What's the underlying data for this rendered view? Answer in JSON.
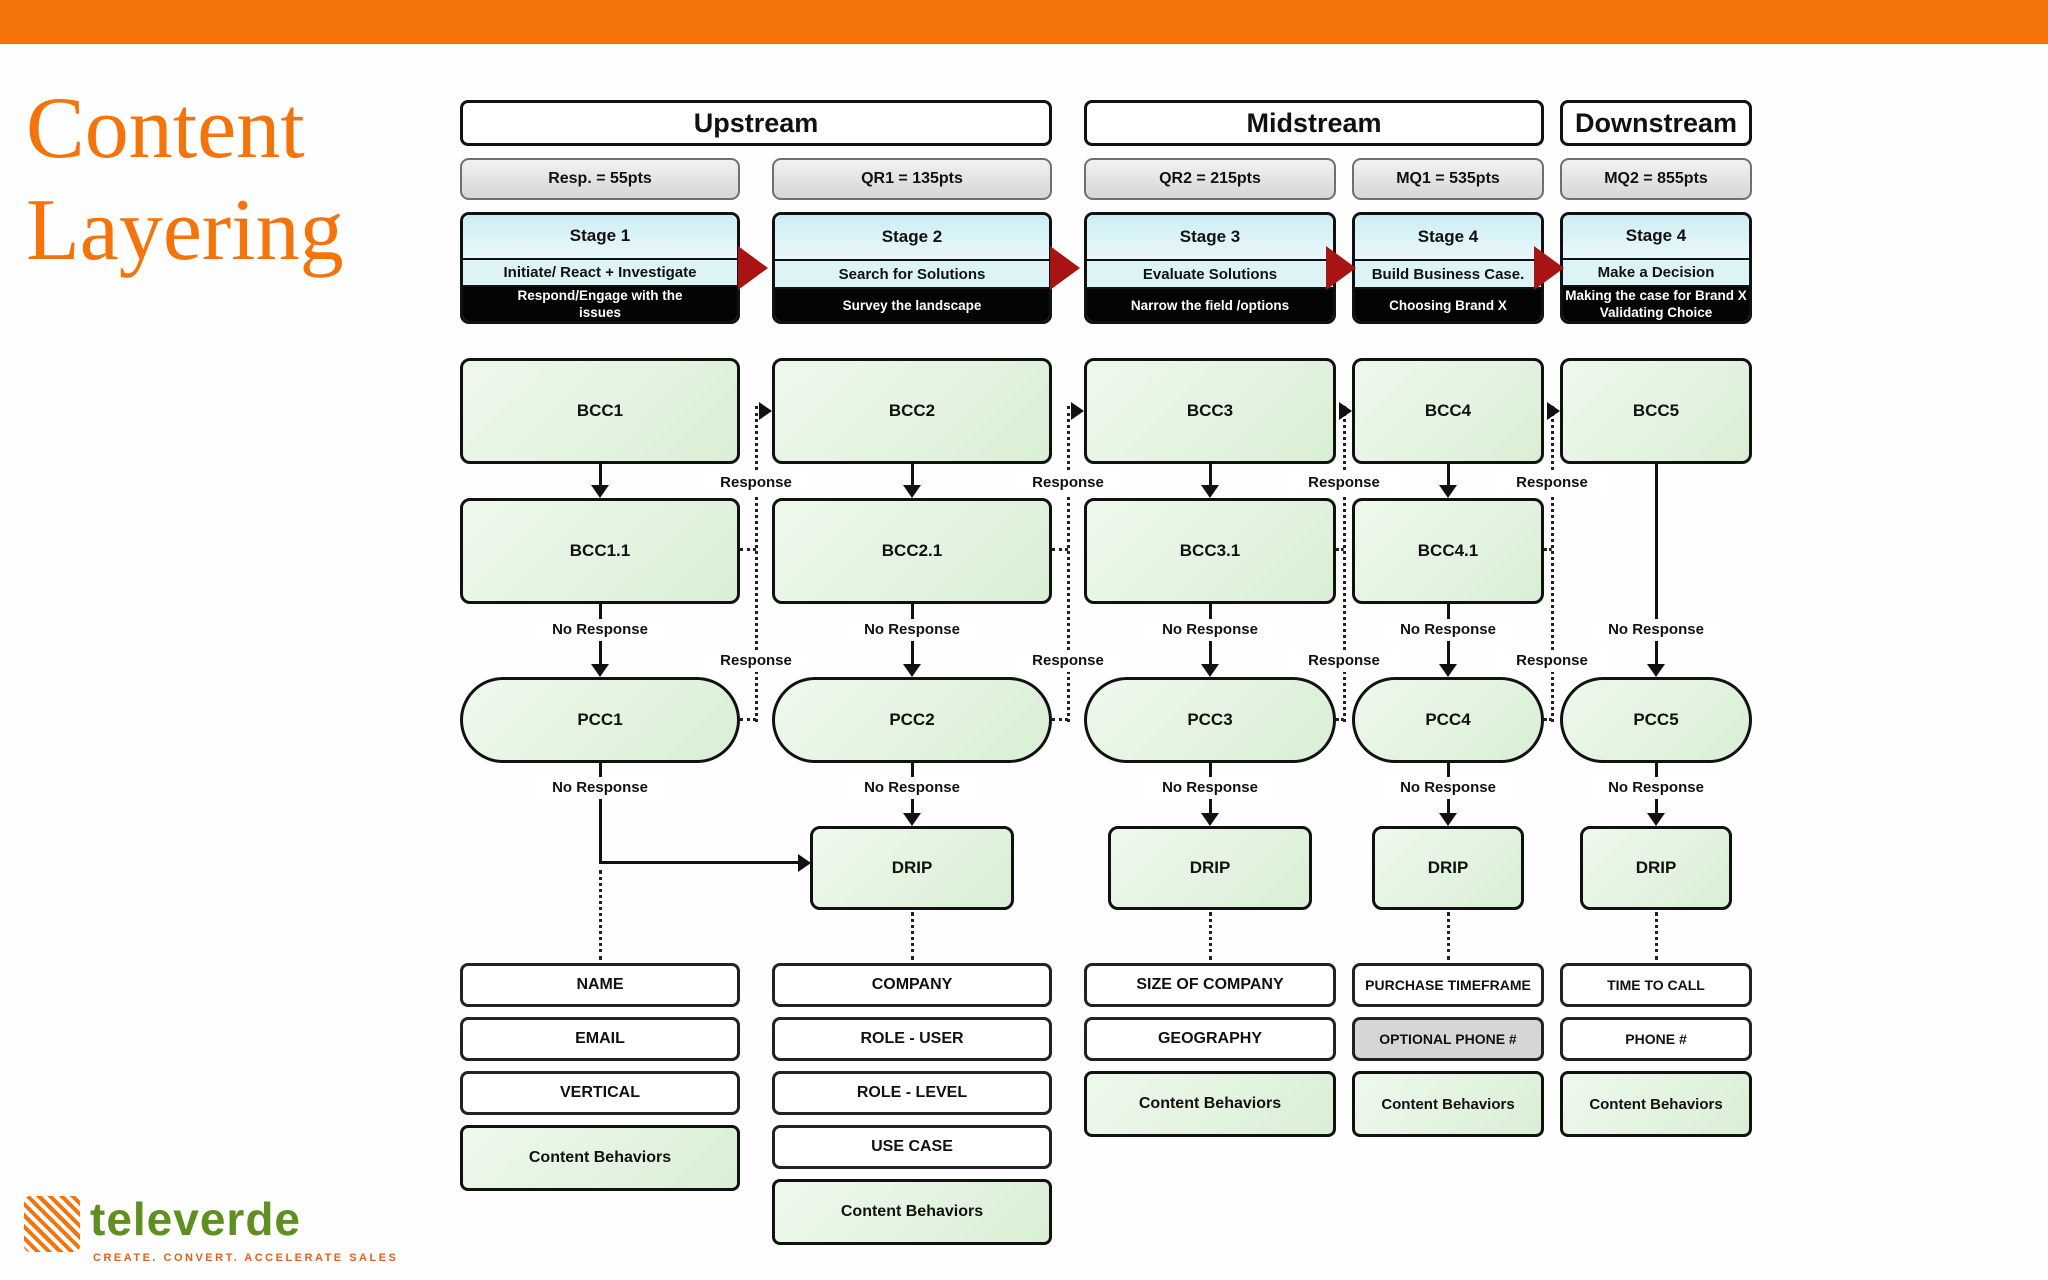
{
  "slide": {
    "title_line1": "Content",
    "title_line2": "Layering"
  },
  "colors": {
    "accent_orange": "#F5730B",
    "stage_arrow_red": "#A81414",
    "logo_green": "#5F8F1F",
    "tagline_orange": "#E2611C"
  },
  "groups": [
    {
      "label": "Upstream"
    },
    {
      "label": "Midstream"
    },
    {
      "label": "Downstream"
    }
  ],
  "labels": {
    "response": "Response",
    "no_response": "No Response",
    "drip": "DRIP"
  },
  "columns": [
    {
      "points": "Resp. = 55pts",
      "stage_title": "Stage 1",
      "stage_subtitle": "Initiate/ React + Investigate",
      "stage_detail": "Respond/Engage with the\nissues",
      "bcc": "BCC1",
      "bcc_followup": "BCC1.1",
      "pcc": "PCC1",
      "attributes": [
        {
          "label": "NAME",
          "variant": "white"
        },
        {
          "label": "EMAIL",
          "variant": "white"
        },
        {
          "label": "VERTICAL",
          "variant": "white"
        },
        {
          "label": "Content Behaviors",
          "variant": "green"
        }
      ]
    },
    {
      "points": "QR1 = 135pts",
      "stage_title": "Stage 2",
      "stage_subtitle": "Search for Solutions",
      "stage_detail": "Survey the landscape",
      "bcc": "BCC2",
      "bcc_followup": "BCC2.1",
      "pcc": "PCC2",
      "attributes": [
        {
          "label": "COMPANY",
          "variant": "white"
        },
        {
          "label": "ROLE - USER",
          "variant": "white"
        },
        {
          "label": "ROLE - LEVEL",
          "variant": "white"
        },
        {
          "label": "USE CASE",
          "variant": "white"
        },
        {
          "label": "Content Behaviors",
          "variant": "green"
        }
      ]
    },
    {
      "points": "QR2 = 215pts",
      "stage_title": "Stage 3",
      "stage_subtitle": "Evaluate Solutions",
      "stage_detail": "Narrow the field /options",
      "bcc": "BCC3",
      "bcc_followup": "BCC3.1",
      "pcc": "PCC3",
      "attributes": [
        {
          "label": "SIZE OF COMPANY",
          "variant": "white"
        },
        {
          "label": "GEOGRAPHY",
          "variant": "white"
        },
        {
          "label": "Content Behaviors",
          "variant": "green"
        }
      ]
    },
    {
      "points": "MQ1 = 535pts",
      "stage_title": "Stage 4",
      "stage_subtitle": "Build Business Case.",
      "stage_detail": "Choosing Brand X",
      "bcc": "BCC4",
      "bcc_followup": "BCC4.1",
      "pcc": "PCC4",
      "attributes": [
        {
          "label": "PURCHASE TIMEFRAME",
          "variant": "white"
        },
        {
          "label": "OPTIONAL PHONE #",
          "variant": "gray"
        },
        {
          "label": "Content Behaviors",
          "variant": "green"
        }
      ]
    },
    {
      "points": "MQ2 = 855pts",
      "stage_title": "Stage 4",
      "stage_subtitle": "Make a Decision",
      "stage_detail": "Making the case for Brand X\nValidating Choice",
      "bcc": "BCC5",
      "bcc_followup": null,
      "pcc": "PCC5",
      "attributes": [
        {
          "label": "TIME TO CALL",
          "variant": "white"
        },
        {
          "label": "PHONE #",
          "variant": "white"
        },
        {
          "label": "Content Behaviors",
          "variant": "green"
        }
      ]
    }
  ],
  "logo": {
    "name": "televerde",
    "tagline": "CREATE. CONVERT. ACCELERATE SALES"
  }
}
